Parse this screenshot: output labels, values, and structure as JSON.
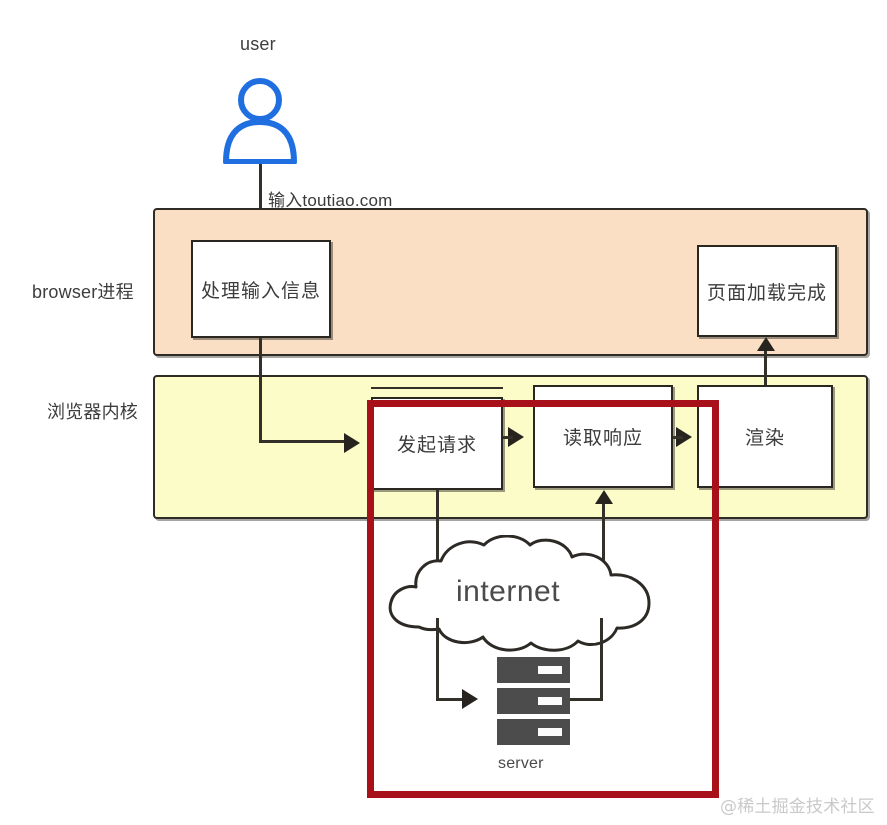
{
  "diagram": {
    "title": "browser page load flow",
    "actor": {
      "label": "user",
      "icon": "user-avatar-icon"
    },
    "edge_labels": {
      "input_url": "输入toutiao.com"
    },
    "lanes": [
      {
        "id": "browser",
        "label": "browser进程",
        "color": "#fadfc5"
      },
      {
        "id": "kernel",
        "label": "浏览器内核",
        "color": "#fbfcc8"
      }
    ],
    "nodes": {
      "handle_input": "处理输入信息",
      "page_loaded": "页面加载完成",
      "send_request": "发起请求",
      "read_response": "读取响应",
      "render": "渲染"
    },
    "network": {
      "cloud_label": "internet",
      "server_label": "server",
      "server_units": 3
    },
    "highlight": {
      "color": "#a81119",
      "name": "network-request-region"
    },
    "watermark": "@稀土掘金技术社区"
  }
}
